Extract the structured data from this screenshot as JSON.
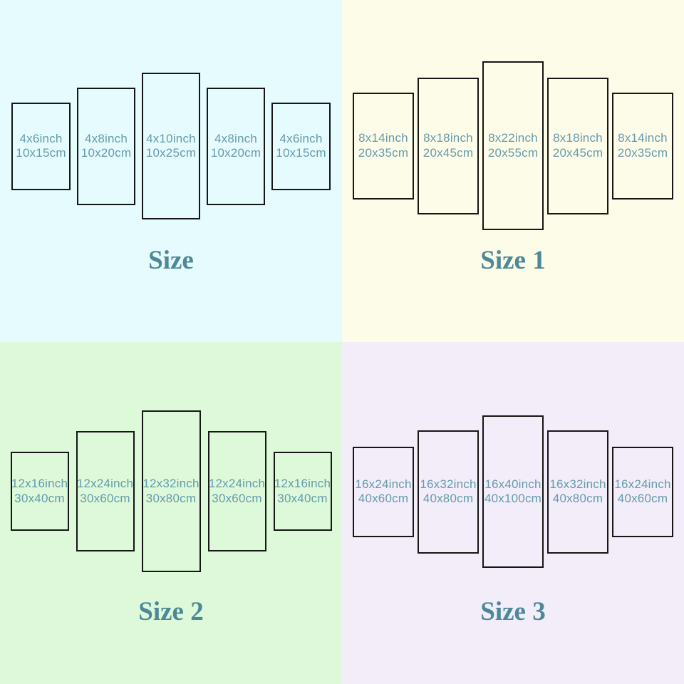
{
  "colors": {
    "title_text": "#4d8898",
    "label_text": "#649bac",
    "panel_border": "#161616",
    "quad_backgrounds": [
      "#e6fbfd",
      "#fdfce8",
      "#ddf9d9",
      "#f2edf8"
    ]
  },
  "charts": [
    {
      "title": "Size",
      "panels": [
        {
          "inch": "4x6inch",
          "cm": "10x15cm"
        },
        {
          "inch": "4x8inch",
          "cm": "10x20cm"
        },
        {
          "inch": "4x10inch",
          "cm": "10x25cm"
        },
        {
          "inch": "4x8inch",
          "cm": "10x20cm"
        },
        {
          "inch": "4x6inch",
          "cm": "10x15cm"
        }
      ]
    },
    {
      "title": "Size 1",
      "panels": [
        {
          "inch": "8x14inch",
          "cm": "20x35cm"
        },
        {
          "inch": "8x18inch",
          "cm": "20x45cm"
        },
        {
          "inch": "8x22inch",
          "cm": "20x55cm"
        },
        {
          "inch": "8x18inch",
          "cm": "20x45cm"
        },
        {
          "inch": "8x14inch",
          "cm": "20x35cm"
        }
      ]
    },
    {
      "title": "Size 2",
      "panels": [
        {
          "inch": "12x16inch",
          "cm": "30x40cm"
        },
        {
          "inch": "12x24inch",
          "cm": "30x60cm"
        },
        {
          "inch": "12x32inch",
          "cm": "30x80cm"
        },
        {
          "inch": "12x24inch",
          "cm": "30x60cm"
        },
        {
          "inch": "12x16inch",
          "cm": "30x40cm"
        }
      ]
    },
    {
      "title": "Size 3",
      "panels": [
        {
          "inch": "16x24inch",
          "cm": "40x60cm"
        },
        {
          "inch": "16x32inch",
          "cm": "40x80cm"
        },
        {
          "inch": "16x40inch",
          "cm": "40x100cm"
        },
        {
          "inch": "16x32inch",
          "cm": "40x80cm"
        },
        {
          "inch": "16x24inch",
          "cm": "40x60cm"
        }
      ]
    }
  ]
}
